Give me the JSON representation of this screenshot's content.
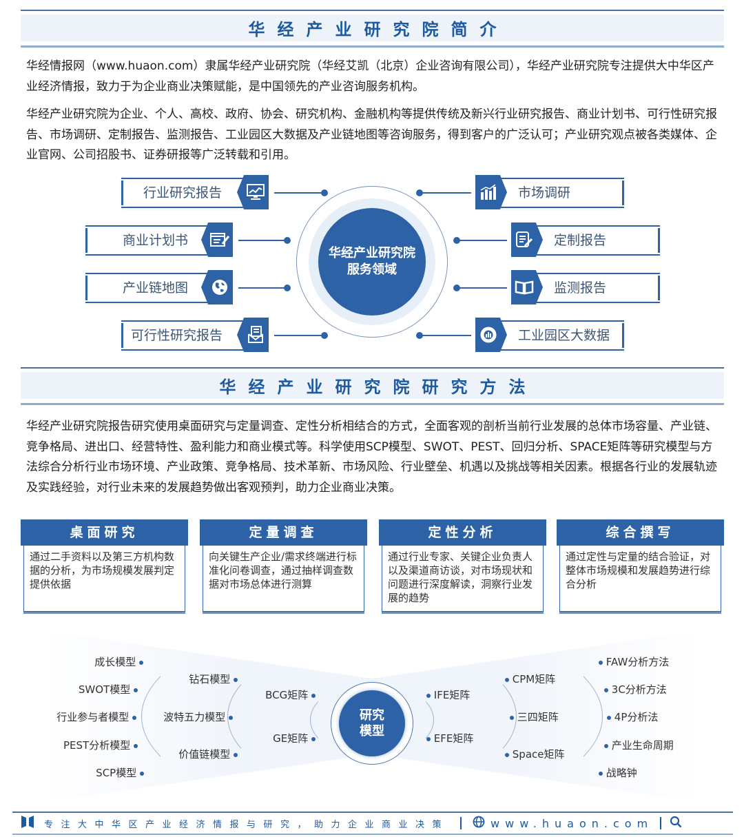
{
  "intro": {
    "title": "华经产业研究院简介",
    "para1": "华经情报网（www.huaon.com）隶属华经产业研究院（华经艾凯（北京）企业咨询有限公司），华经产业研究院专注提供大中华区产业经济情报，致力于为企业商业决策赋能，是中国领先的产业咨询服务机构。",
    "para2": "华经产业研究院为企业、个人、高校、政府、协会、研究机构、金融机构等提供传统及新兴行业研究报告、商业计划书、可行性研究报告、市场调研、定制报告、监测报告、工业园区大数据及产业链地图等咨询服务，得到客户的广泛认可；产业研究观点被各类媒体、企业官网、公司招股书、证券研报等广泛转载和引用。"
  },
  "services": {
    "center_line1": "华经产业研究院",
    "center_line2": "服务领域",
    "left": [
      {
        "label": "行业研究报告",
        "icon": "monitor-chart-icon"
      },
      {
        "label": "商业计划书",
        "icon": "document-pen-icon"
      },
      {
        "label": "产业链地图",
        "icon": "globe-icon"
      },
      {
        "label": "可行性研究报告",
        "icon": "envelope-doc-icon"
      }
    ],
    "right": [
      {
        "label": "市场调研",
        "icon": "bar-chart-icon"
      },
      {
        "label": "定制报告",
        "icon": "edit-document-icon"
      },
      {
        "label": "监测报告",
        "icon": "open-book-icon"
      },
      {
        "label": "工业园区大数据",
        "icon": "donut-chart-icon"
      }
    ]
  },
  "methods": {
    "title": "华经产业研究院研究方法",
    "para": "华经产业研究院报告研究使用桌面研究与定量调查、定性分析相结合的方式，全面客观的剖析当前行业发展的总体市场容量、产业链、竞争格局、进出口、经营特性、盈利能力和商业模式等。科学使用SCP模型、SWOT、PEST、回归分析、SPACE矩阵等研究模型与方法综合分析行业市场环境、产业政策、竞争格局、技术革新、市场风险、行业壁垒、机遇以及挑战等相关因素。根据各行业的发展轨迹及实践经验，对行业未来的发展趋势做出客观预判，助力企业商业决策。",
    "cards": [
      {
        "title": "桌面研究",
        "text": "通过二手资料以及第三方机构数据的分析，为市场规模发展判定提供依据"
      },
      {
        "title": "定量调查",
        "text": "向关键生产企业/需求终端进行标准化问卷调查，通过抽样调查数据对市场总体进行测算"
      },
      {
        "title": "定性分析",
        "text": "通过行业专家、关键企业负责人以及渠道商访谈，对市场现状和问题进行深度解读，洞察行业发展的趋势"
      },
      {
        "title": "综合撰写",
        "text": "通过定性与定量的结合验证，对整体市场规模和发展趋势进行综合分析"
      }
    ]
  },
  "models": {
    "center_line1": "研究",
    "center_line2": "模型",
    "left_outer": [
      "成长模型",
      "SWOT模型",
      "行业参与者模型",
      "PEST分析模型",
      "SCP模型"
    ],
    "left_middle": [
      "钻石模型",
      "波特五力模型",
      "价值链模型"
    ],
    "left_inner": [
      "BCG矩阵",
      "GE矩阵"
    ],
    "right_inner": [
      "IFE矩阵",
      "EFE矩阵"
    ],
    "right_middle": [
      "CPM矩阵",
      "三四矩阵",
      "Space矩阵"
    ],
    "right_outer": [
      "FAW分析方法",
      "3C分析方法",
      "4P分析法",
      "产业生命周期",
      "战略钟"
    ]
  },
  "footer": {
    "slogan": "专注大中华区产业经济情报与研究，助力企业商业决策",
    "url": "www.huaon.com"
  },
  "colors": {
    "primary": "#2d63a6",
    "title": "#1e5aa0",
    "band": "#eef3fa"
  }
}
